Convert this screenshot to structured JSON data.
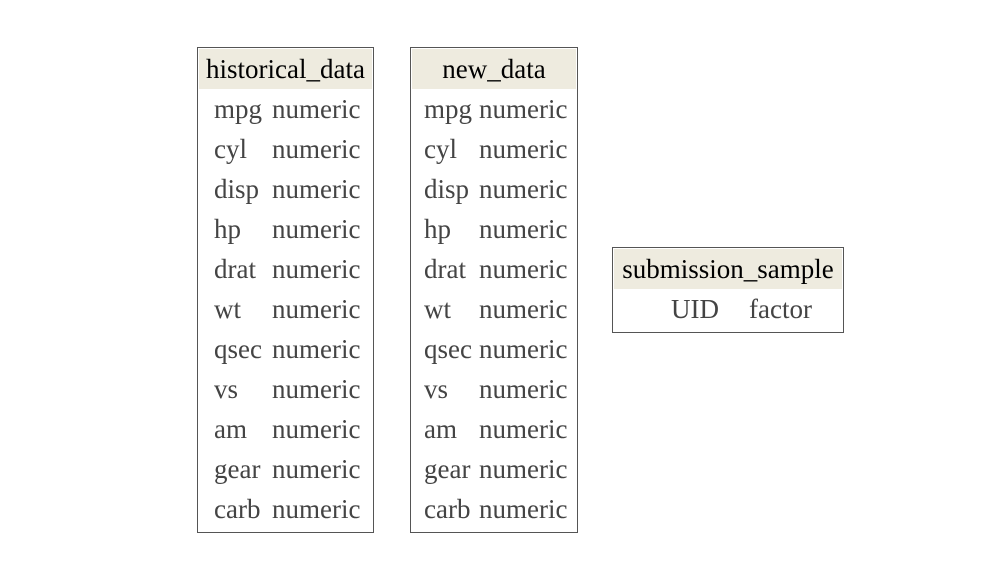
{
  "tables": [
    {
      "title": "historical_data",
      "columns": [
        {
          "name": "mpg",
          "type": "numeric"
        },
        {
          "name": "cyl",
          "type": "numeric"
        },
        {
          "name": "disp",
          "type": "numeric"
        },
        {
          "name": "hp",
          "type": "numeric"
        },
        {
          "name": "drat",
          "type": "numeric"
        },
        {
          "name": "wt",
          "type": "numeric"
        },
        {
          "name": "qsec",
          "type": "numeric"
        },
        {
          "name": "vs",
          "type": "numeric"
        },
        {
          "name": "am",
          "type": "numeric"
        },
        {
          "name": "gear",
          "type": "numeric"
        },
        {
          "name": "carb",
          "type": "numeric"
        }
      ]
    },
    {
      "title": "new_data",
      "columns": [
        {
          "name": "mpg",
          "type": "numeric"
        },
        {
          "name": "cyl",
          "type": "numeric"
        },
        {
          "name": "disp",
          "type": "numeric"
        },
        {
          "name": "hp",
          "type": "numeric"
        },
        {
          "name": "drat",
          "type": "numeric"
        },
        {
          "name": "wt",
          "type": "numeric"
        },
        {
          "name": "qsec",
          "type": "numeric"
        },
        {
          "name": "vs",
          "type": "numeric"
        },
        {
          "name": "am",
          "type": "numeric"
        },
        {
          "name": "gear",
          "type": "numeric"
        },
        {
          "name": "carb",
          "type": "numeric"
        }
      ]
    },
    {
      "title": "submission_sample",
      "columns": [
        {
          "name": "UID",
          "type": "factor"
        }
      ]
    }
  ],
  "colors": {
    "header_bg": "#eeebdf",
    "border": "#555555",
    "text": "#444444"
  }
}
